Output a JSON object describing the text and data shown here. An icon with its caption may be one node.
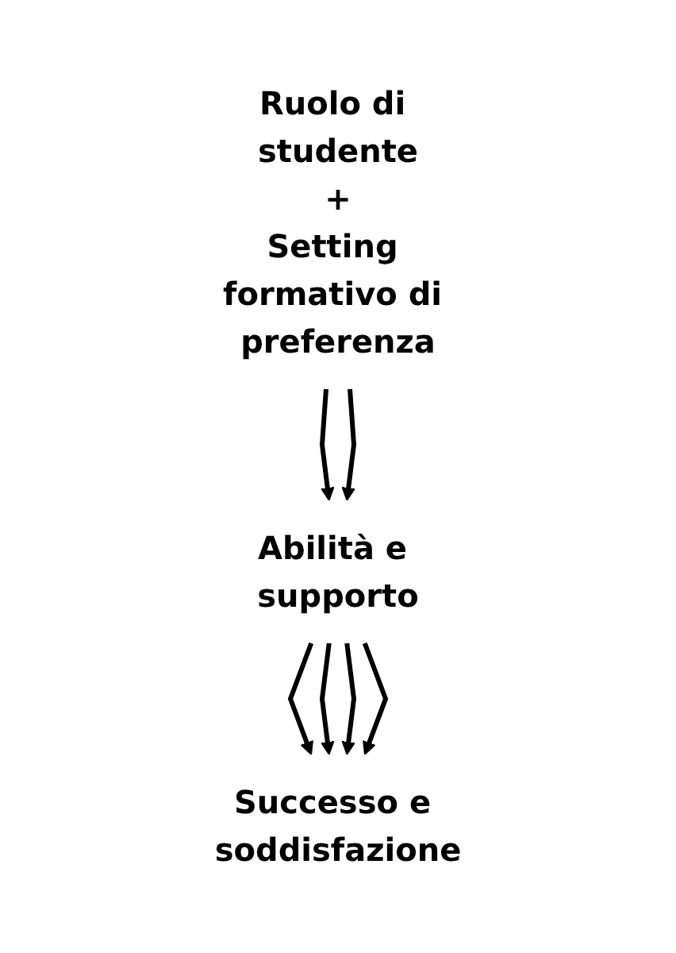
{
  "diagram": {
    "nodes": [
      {
        "text": [
          "Ruolo di studente",
          "+",
          "Setting formativo di preferenza"
        ]
      },
      {
        "text": [
          "Abilità e supporto"
        ]
      },
      {
        "text": [
          "Successo e soddisfazione"
        ]
      }
    ],
    "edges": [
      {
        "from": 0,
        "to": 1,
        "arrow": "to"
      },
      {
        "from": 0,
        "to": 1,
        "arrow": "to"
      },
      {
        "from": 1,
        "to": 2,
        "arrow": "to"
      },
      {
        "from": 1,
        "to": 2,
        "arrow": "to"
      },
      {
        "from": 1,
        "to": 2,
        "arrow": "to"
      },
      {
        "from": 1,
        "to": 2,
        "arrow": "to"
      }
    ]
  }
}
